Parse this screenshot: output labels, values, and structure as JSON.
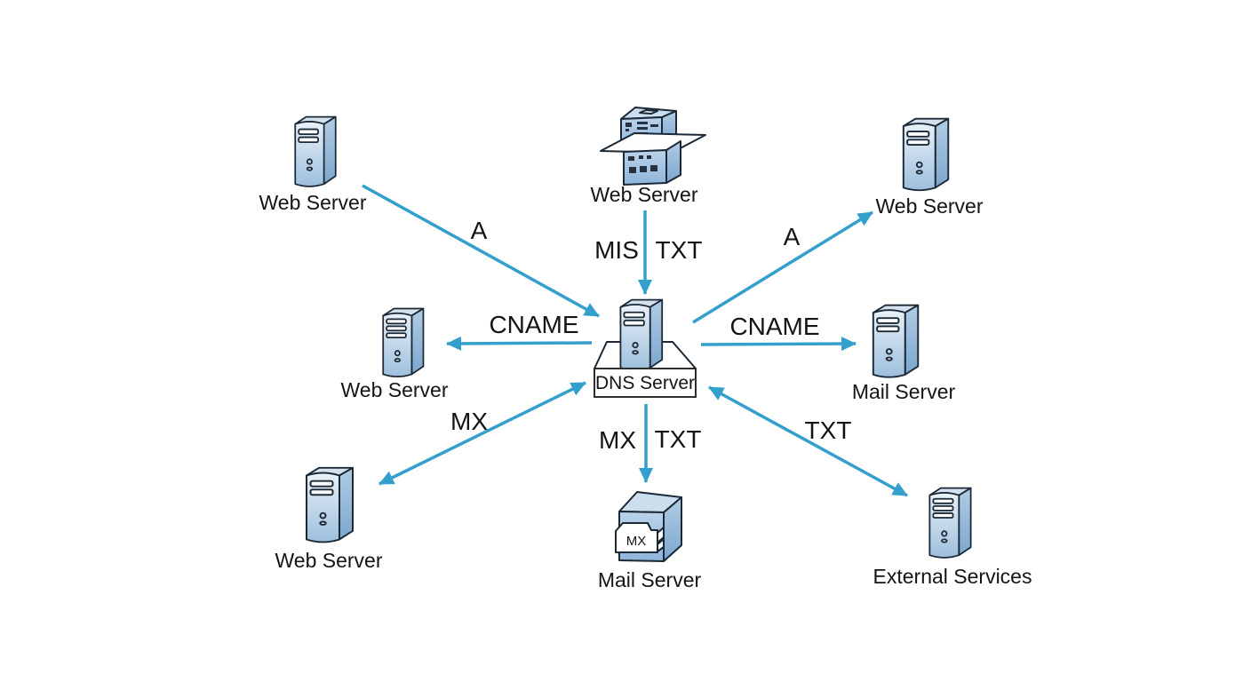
{
  "diagram": {
    "type": "dns-records-topology",
    "center_node": "DNS Server"
  },
  "colors": {
    "background": "#ffffff",
    "arrow": "#339fcc",
    "icon_outline": "#1b2836",
    "label_text": "#141414",
    "plaque_fill": "#ffffff"
  },
  "nodes": [
    {
      "id": "web-server-top-left",
      "label": "Web Server",
      "icon": "tower-server-icon"
    },
    {
      "id": "web-server-top-center",
      "label": "Web Server",
      "icon": "stacked-box-server-icon"
    },
    {
      "id": "web-server-top-right",
      "label": "Web Server",
      "icon": "tower-server-icon"
    },
    {
      "id": "web-server-middle-left",
      "label": "Web Server",
      "icon": "tower-server-icon"
    },
    {
      "id": "dns-server",
      "label": "DNS Server",
      "icon": "tower-server-on-plaque-icon"
    },
    {
      "id": "mail-server-middle-right",
      "label": "Mail Server",
      "icon": "tower-server-icon"
    },
    {
      "id": "web-server-bottom-left",
      "label": "Web Server",
      "icon": "tower-server-icon"
    },
    {
      "id": "mail-server-bottom-center",
      "label": "Mail Server",
      "icon": "mail-box-server-icon",
      "badge": "MX"
    },
    {
      "id": "external-services",
      "label": "External Services",
      "icon": "tower-server-icon"
    }
  ],
  "edges": [
    {
      "from": "web-server-top-left",
      "to": "dns-server",
      "label": "A",
      "direction": "one-way"
    },
    {
      "from": "web-server-top-center",
      "to": "dns-server",
      "label_left": "MIS",
      "label_right": "TXT",
      "direction": "one-way"
    },
    {
      "from": "dns-server",
      "to": "web-server-top-right",
      "label": "A",
      "direction": "one-way"
    },
    {
      "from": "dns-server",
      "to": "web-server-middle-left",
      "label": "CNAME",
      "direction": "one-way"
    },
    {
      "from": "dns-server",
      "to": "mail-server-middle-right",
      "label": "CNAME",
      "direction": "one-way"
    },
    {
      "from": "web-server-bottom-left",
      "to": "dns-server",
      "label": "MX",
      "direction": "two-way"
    },
    {
      "from": "dns-server",
      "to": "mail-server-bottom-center",
      "label_left": "MX",
      "label_right": "TXT",
      "direction": "one-way"
    },
    {
      "from": "external-services",
      "to": "dns-server",
      "label": "TXT",
      "direction": "two-way"
    }
  ]
}
